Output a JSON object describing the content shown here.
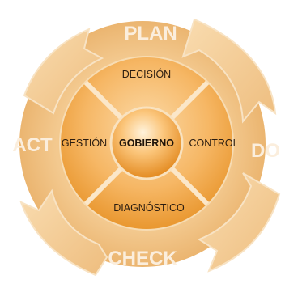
{
  "cycle": {
    "plan": "PLAN",
    "do": "DO",
    "check": "CHECK",
    "act": "ACT"
  },
  "segments": {
    "top": "DECISIÓN",
    "left": "GESTIÓN",
    "right": "CONTROL",
    "bottom": "DIAGNÓSTICO"
  },
  "center": {
    "label": "GOBIERNO"
  },
  "colors": {
    "outer_ring": "#f2c68a",
    "inner_ring": "#f3a94b",
    "center": "#f8b85c",
    "arrow": "#f6cf96",
    "label_outer": "#fbeedd"
  }
}
